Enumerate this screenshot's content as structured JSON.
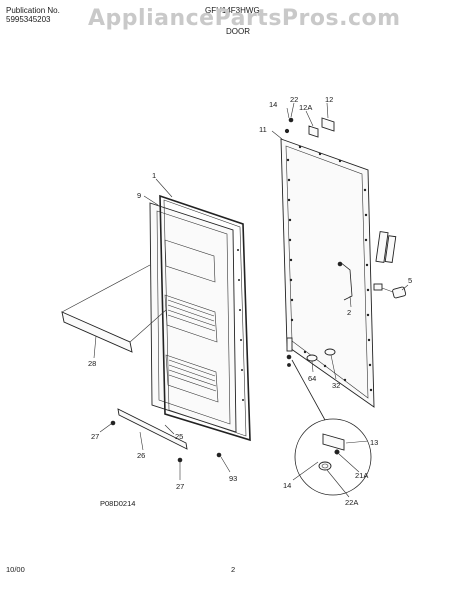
{
  "header": {
    "publication_label": "Publication No.",
    "publication_number": "5995345203",
    "model": "GFU14F3HWG",
    "section": "DOOR"
  },
  "watermark": "AppliancePartsPros.com",
  "callouts": {
    "c1": "1",
    "c2": "2",
    "c5": "5",
    "c9": "9",
    "c11": "11",
    "c12": "12",
    "c12a": "12A",
    "c13": "13",
    "c14a": "14",
    "c14b": "14",
    "c21a": "21A",
    "c22": "22",
    "c22a": "22A",
    "c25": "25",
    "c26": "26",
    "c27a": "27",
    "c27b": "27",
    "c28": "28",
    "c32": "32",
    "c64": "64",
    "c93": "93"
  },
  "diagram_code": "P08D0214",
  "footer": {
    "date": "10/00",
    "page": "2"
  }
}
